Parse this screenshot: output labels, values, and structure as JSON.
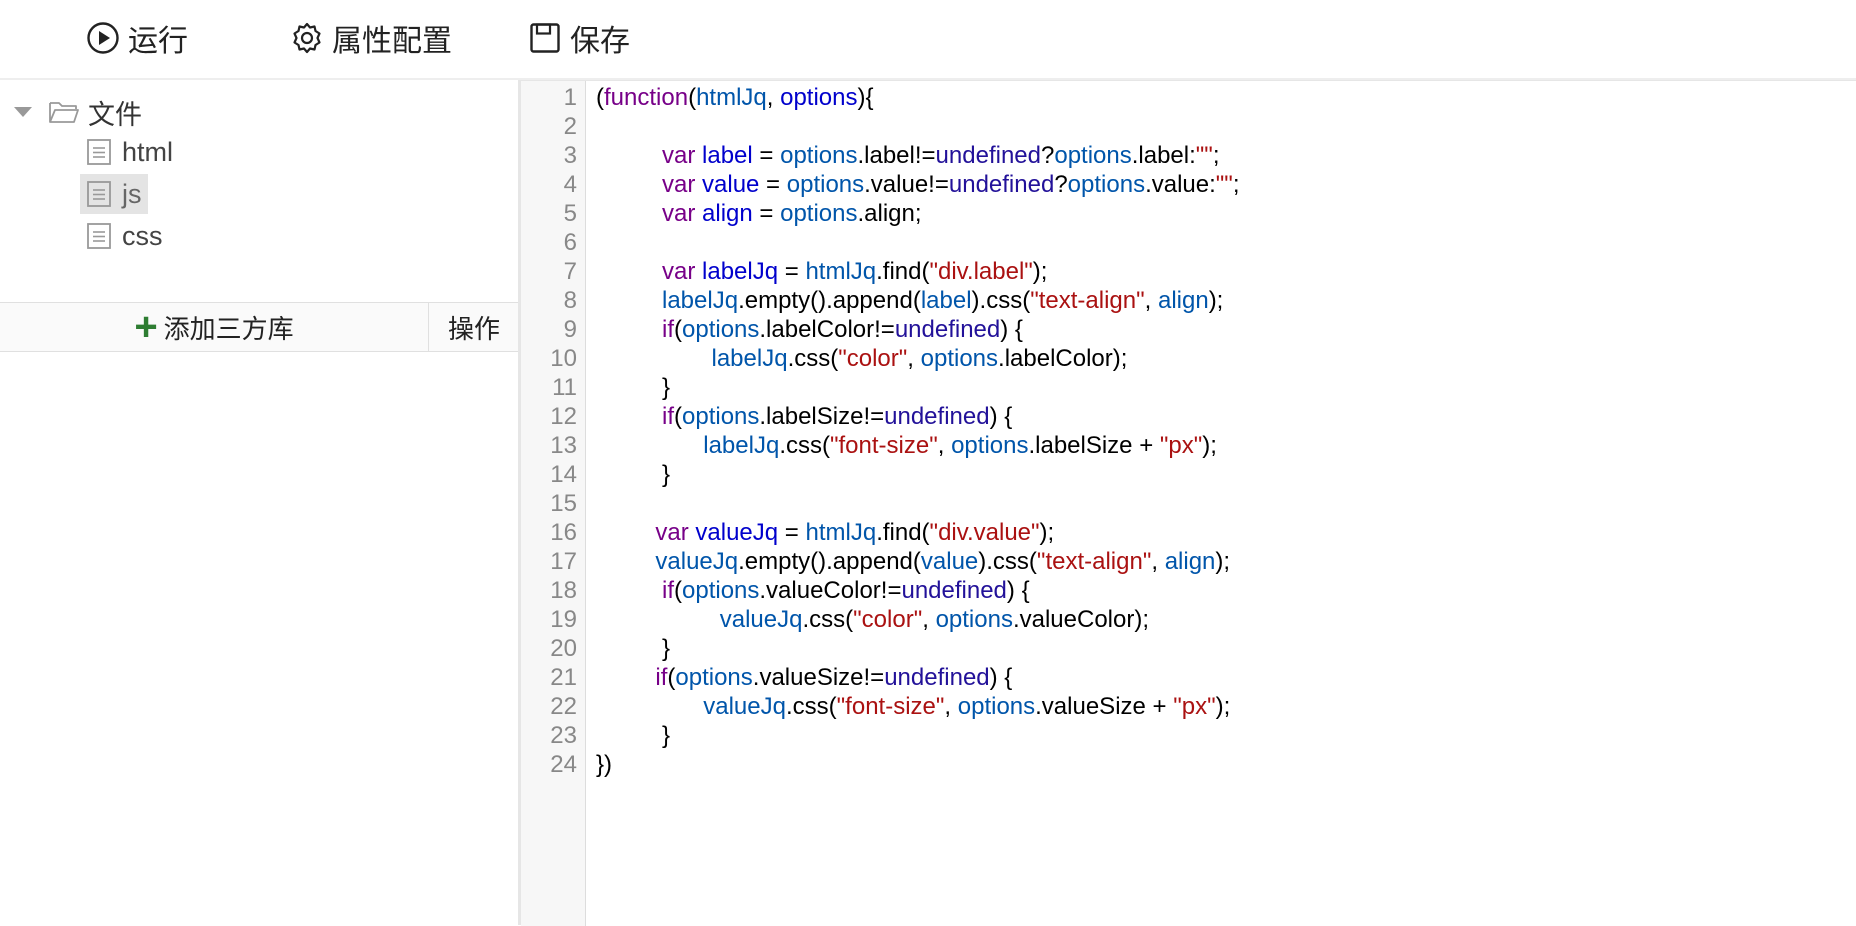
{
  "toolbar": {
    "run_label": "运行",
    "props_label": "属性配置",
    "save_label": "保存"
  },
  "tree": {
    "root_label": "文件",
    "files": [
      "html",
      "js",
      "css"
    ],
    "selected": "js"
  },
  "lib_bar": {
    "add_label": "添加三方库",
    "ops_label": "操作"
  },
  "editor": {
    "lines": [
      {
        "n": "1",
        "indent": 0,
        "tokens": [
          [
            "p",
            "("
          ],
          [
            "kw",
            "function"
          ],
          [
            "p",
            "("
          ],
          [
            "v2",
            "htmlJq"
          ],
          [
            "p",
            ", "
          ],
          [
            "vr",
            "options"
          ],
          [
            "p",
            "){"
          ]
        ]
      },
      {
        "n": "2",
        "indent": 0,
        "tokens": []
      },
      {
        "n": "3",
        "indent": 4,
        "tokens": [
          [
            "kw",
            "var"
          ],
          [
            "p",
            " "
          ],
          [
            "vr",
            "label"
          ],
          [
            "p",
            " = "
          ],
          [
            "v2",
            "options"
          ],
          [
            "p",
            ".label!="
          ],
          [
            "at",
            "undefined"
          ],
          [
            "p",
            "?"
          ],
          [
            "v2",
            "options"
          ],
          [
            "p",
            ".label:"
          ],
          [
            "st",
            "\"\""
          ],
          [
            "p",
            ";"
          ]
        ]
      },
      {
        "n": "4",
        "indent": 4,
        "tokens": [
          [
            "kw",
            "var"
          ],
          [
            "p",
            " "
          ],
          [
            "vr",
            "value"
          ],
          [
            "p",
            " = "
          ],
          [
            "v2",
            "options"
          ],
          [
            "p",
            ".value!="
          ],
          [
            "at",
            "undefined"
          ],
          [
            "p",
            "?"
          ],
          [
            "v2",
            "options"
          ],
          [
            "p",
            ".value:"
          ],
          [
            "st",
            "\"\""
          ],
          [
            "p",
            ";"
          ]
        ]
      },
      {
        "n": "5",
        "indent": 4,
        "tokens": [
          [
            "kw",
            "var"
          ],
          [
            "p",
            " "
          ],
          [
            "vr",
            "align"
          ],
          [
            "p",
            " = "
          ],
          [
            "v2",
            "options"
          ],
          [
            "p",
            ".align;"
          ]
        ]
      },
      {
        "n": "6",
        "indent": 0,
        "tokens": []
      },
      {
        "n": "7",
        "indent": 4,
        "tokens": [
          [
            "kw",
            "var"
          ],
          [
            "p",
            " "
          ],
          [
            "vr",
            "labelJq"
          ],
          [
            "p",
            " = "
          ],
          [
            "v2",
            "htmlJq"
          ],
          [
            "p",
            ".find("
          ],
          [
            "st",
            "\"div.label\""
          ],
          [
            "p",
            ");"
          ]
        ]
      },
      {
        "n": "8",
        "indent": 4,
        "tokens": [
          [
            "v2",
            "labelJq"
          ],
          [
            "p",
            ".empty().append("
          ],
          [
            "v2",
            "label"
          ],
          [
            "p",
            ").css("
          ],
          [
            "st",
            "\"text-align\""
          ],
          [
            "p",
            ", "
          ],
          [
            "v2",
            "align"
          ],
          [
            "p",
            ");"
          ]
        ]
      },
      {
        "n": "9",
        "indent": 4,
        "tokens": [
          [
            "kw",
            "if"
          ],
          [
            "p",
            "("
          ],
          [
            "v2",
            "options"
          ],
          [
            "p",
            ".labelColor!="
          ],
          [
            "at",
            "undefined"
          ],
          [
            "p",
            ") {"
          ]
        ]
      },
      {
        "n": "10",
        "indent": 7,
        "tokens": [
          [
            "v2",
            "labelJq"
          ],
          [
            "p",
            ".css("
          ],
          [
            "st",
            "\"color\""
          ],
          [
            "p",
            ", "
          ],
          [
            "v2",
            "options"
          ],
          [
            "p",
            ".labelColor);"
          ]
        ]
      },
      {
        "n": "11",
        "indent": 4,
        "tokens": [
          [
            "p",
            "}"
          ]
        ]
      },
      {
        "n": "12",
        "indent": 4,
        "tokens": [
          [
            "kw",
            "if"
          ],
          [
            "p",
            "("
          ],
          [
            "v2",
            "options"
          ],
          [
            "p",
            ".labelSize!="
          ],
          [
            "at",
            "undefined"
          ],
          [
            "p",
            ") {"
          ]
        ]
      },
      {
        "n": "13",
        "indent": 6.5,
        "tokens": [
          [
            "v2",
            "labelJq"
          ],
          [
            "p",
            ".css("
          ],
          [
            "st",
            "\"font-size\""
          ],
          [
            "p",
            ", "
          ],
          [
            "v2",
            "options"
          ],
          [
            "p",
            ".labelSize + "
          ],
          [
            "st",
            "\"px\""
          ],
          [
            "p",
            ");"
          ]
        ]
      },
      {
        "n": "14",
        "indent": 4,
        "tokens": [
          [
            "p",
            "}"
          ]
        ]
      },
      {
        "n": "15",
        "indent": 0,
        "tokens": []
      },
      {
        "n": "16",
        "indent": 3.6,
        "tokens": [
          [
            "kw",
            "var"
          ],
          [
            "p",
            " "
          ],
          [
            "vr",
            "valueJq"
          ],
          [
            "p",
            " = "
          ],
          [
            "v2",
            "htmlJq"
          ],
          [
            "p",
            ".find("
          ],
          [
            "st",
            "\"div.value\""
          ],
          [
            "p",
            ");"
          ]
        ]
      },
      {
        "n": "17",
        "indent": 3.6,
        "tokens": [
          [
            "v2",
            "valueJq"
          ],
          [
            "p",
            ".empty().append("
          ],
          [
            "v2",
            "value"
          ],
          [
            "p",
            ").css("
          ],
          [
            "st",
            "\"text-align\""
          ],
          [
            "p",
            ", "
          ],
          [
            "v2",
            "align"
          ],
          [
            "p",
            ");"
          ]
        ]
      },
      {
        "n": "18",
        "indent": 4,
        "tokens": [
          [
            "kw",
            "if"
          ],
          [
            "p",
            "("
          ],
          [
            "v2",
            "options"
          ],
          [
            "p",
            ".valueColor!="
          ],
          [
            "at",
            "undefined"
          ],
          [
            "p",
            ") {"
          ]
        ]
      },
      {
        "n": "19",
        "indent": 7.5,
        "tokens": [
          [
            "v2",
            "valueJq"
          ],
          [
            "p",
            ".css("
          ],
          [
            "st",
            "\"color\""
          ],
          [
            "p",
            ", "
          ],
          [
            "v2",
            "options"
          ],
          [
            "p",
            ".valueColor);"
          ]
        ]
      },
      {
        "n": "20",
        "indent": 4,
        "tokens": [
          [
            "p",
            "}"
          ]
        ]
      },
      {
        "n": "21",
        "indent": 3.6,
        "tokens": [
          [
            "kw",
            "if"
          ],
          [
            "p",
            "("
          ],
          [
            "v2",
            "options"
          ],
          [
            "p",
            ".valueSize!="
          ],
          [
            "at",
            "undefined"
          ],
          [
            "p",
            ") {"
          ]
        ]
      },
      {
        "n": "22",
        "indent": 6.5,
        "tokens": [
          [
            "v2",
            "valueJq"
          ],
          [
            "p",
            ".css("
          ],
          [
            "st",
            "\"font-size\""
          ],
          [
            "p",
            ", "
          ],
          [
            "v2",
            "options"
          ],
          [
            "p",
            ".valueSize + "
          ],
          [
            "st",
            "\"px\""
          ],
          [
            "p",
            ");"
          ]
        ]
      },
      {
        "n": "23",
        "indent": 4,
        "tokens": [
          [
            "p",
            "}"
          ]
        ]
      },
      {
        "n": "24",
        "indent": 0,
        "tokens": [
          [
            "p",
            "})"
          ]
        ]
      }
    ]
  }
}
